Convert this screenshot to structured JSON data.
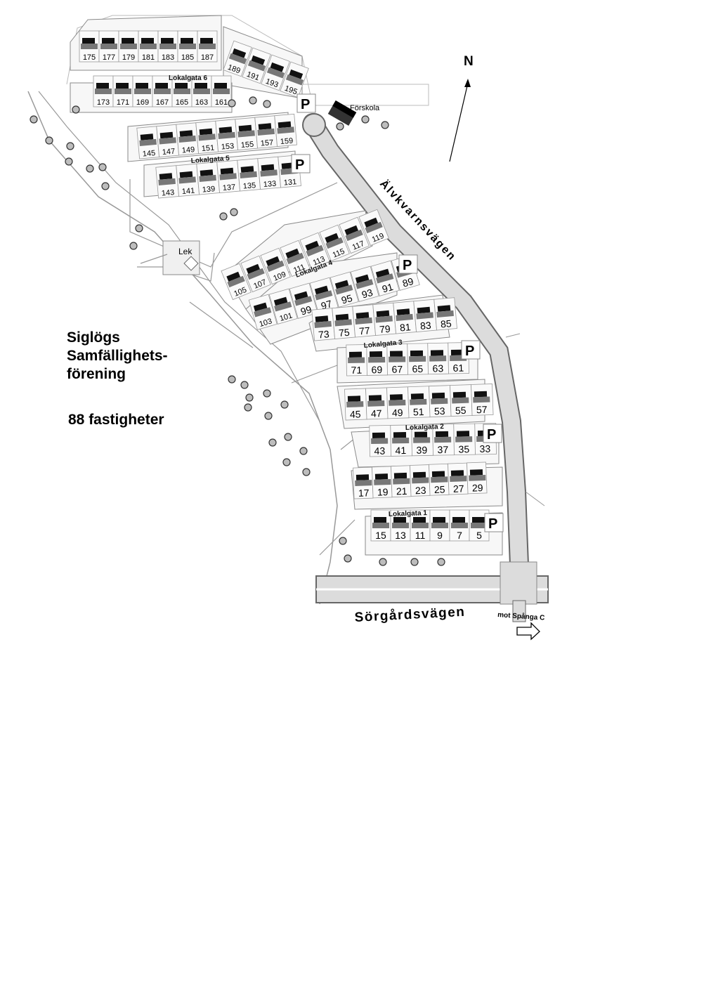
{
  "title_lines": [
    "Siglögs",
    "Samfällighets-",
    "förening"
  ],
  "property_count": "88 fastigheter",
  "north": "N",
  "roads": {
    "main_east": "Älvkvarnsvägen",
    "main_south": "Sörgårdsvägen",
    "direction": "mot Spånga C"
  },
  "places": {
    "preschool": "Förskola",
    "playground": "Lek"
  },
  "parking_label": "P",
  "streets": [
    "Lokalgata 1",
    "Lokalgata 2",
    "Lokalgata 3",
    "Lokalgata 4",
    "Lokalgata 5",
    "Lokalgata 6"
  ],
  "house_rows": [
    {
      "street": "Lokalgata 6",
      "side": "north",
      "numbers": [
        "175",
        "177",
        "179",
        "181",
        "183",
        "185",
        "187"
      ]
    },
    {
      "street": "Lokalgata 6",
      "side": "north-east",
      "numbers": [
        "189",
        "191",
        "193",
        "195"
      ]
    },
    {
      "street": "Lokalgata 6",
      "side": "south",
      "numbers": [
        "173",
        "171",
        "169",
        "167",
        "165",
        "163",
        "161"
      ]
    },
    {
      "street": "Lokalgata 5",
      "side": "north",
      "numbers": [
        "145",
        "147",
        "149",
        "151",
        "153",
        "155",
        "157",
        "159"
      ]
    },
    {
      "street": "Lokalgata 5",
      "side": "south",
      "numbers": [
        "143",
        "141",
        "139",
        "137",
        "135",
        "133",
        "131"
      ]
    },
    {
      "street": "Lokalgata 4",
      "side": "north",
      "numbers": [
        "105",
        "107",
        "109",
        "111",
        "113",
        "115",
        "117",
        "119"
      ]
    },
    {
      "street": "Lokalgata 4",
      "side": "south",
      "numbers": [
        "103",
        "101",
        "99",
        "97",
        "95",
        "93",
        "91",
        "89"
      ]
    },
    {
      "street": "Lokalgata 3",
      "side": "north",
      "numbers": [
        "73",
        "75",
        "77",
        "79",
        "81",
        "83",
        "85"
      ]
    },
    {
      "street": "Lokalgata 3",
      "side": "south",
      "numbers": [
        "71",
        "69",
        "67",
        "65",
        "63",
        "61"
      ]
    },
    {
      "street": "Lokalgata 2",
      "side": "north",
      "numbers": [
        "45",
        "47",
        "49",
        "51",
        "53",
        "55",
        "57"
      ]
    },
    {
      "street": "Lokalgata 2",
      "side": "south",
      "numbers": [
        "43",
        "41",
        "39",
        "37",
        "35",
        "33"
      ]
    },
    {
      "street": "Lokalgata 1",
      "side": "north",
      "numbers": [
        "17",
        "19",
        "21",
        "23",
        "25",
        "27",
        "29"
      ]
    },
    {
      "street": "Lokalgata 1",
      "side": "south",
      "numbers": [
        "15",
        "13",
        "11",
        "9",
        "7",
        "5"
      ]
    }
  ]
}
